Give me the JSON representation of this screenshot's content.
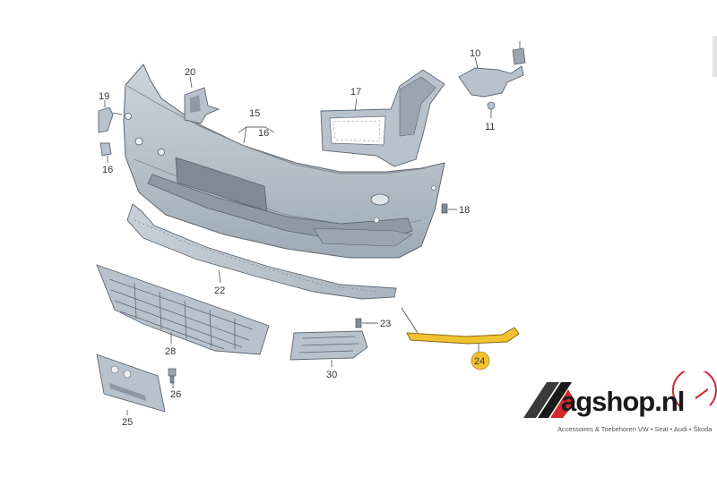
{
  "callouts": {
    "c10": "10",
    "c11": "11",
    "c15": "15",
    "c16a": "16",
    "c16b": "16",
    "c17": "17",
    "c18": "18",
    "c19": "19",
    "c20": "20",
    "c22": "22",
    "c23": "23",
    "c24": "24",
    "c25": "25",
    "c26": "26",
    "c28": "28",
    "c30": "30"
  },
  "highlight": {
    "part": "24",
    "color": "#f2c230"
  },
  "logo": {
    "name": "agshop.nl",
    "tagline": "Accessoires & Toebehoren VW • Seat • Audi • Škoda"
  },
  "colors": {
    "part_fill": "#b7c2cc",
    "part_stroke": "#5c6670",
    "highlight": "#f2c230"
  }
}
